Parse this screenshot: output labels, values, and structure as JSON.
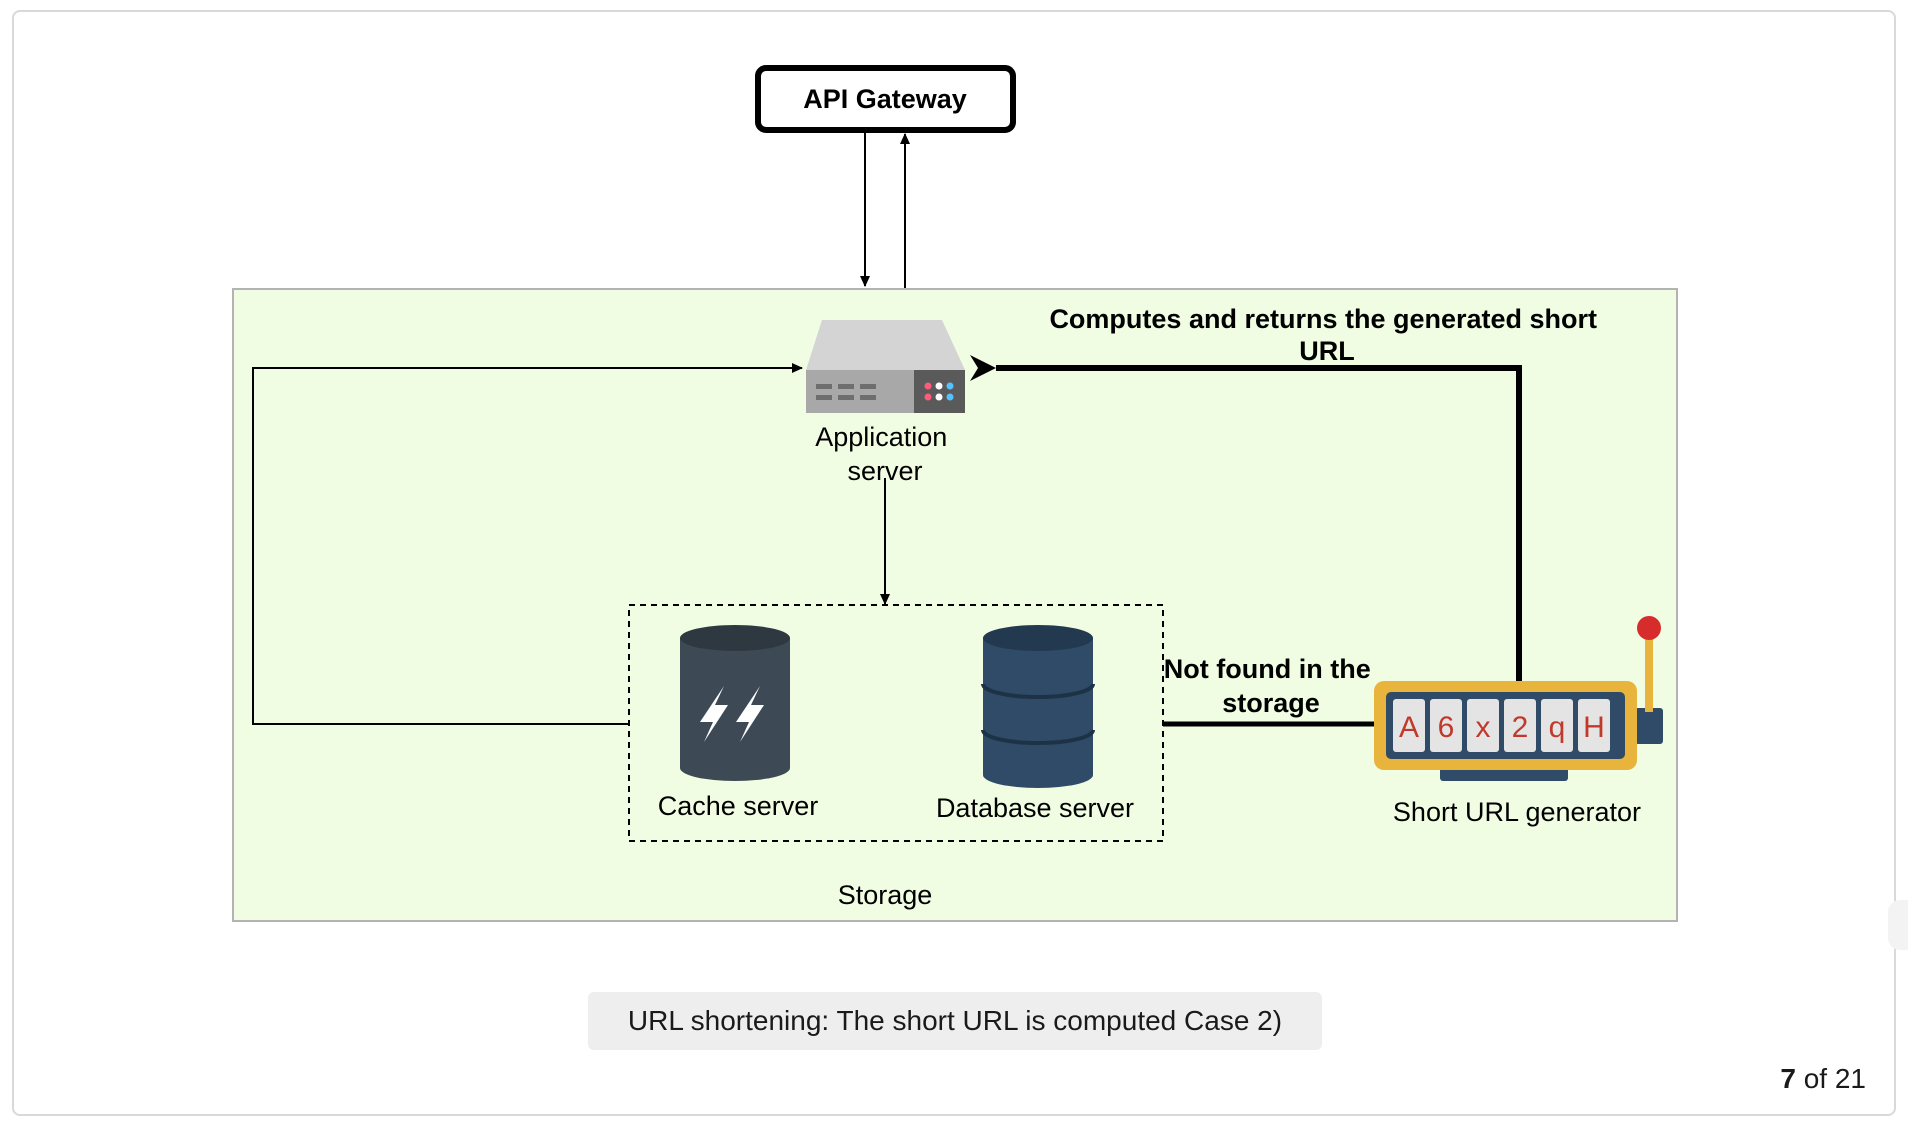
{
  "diagram": {
    "nodes": {
      "api_gateway": "API Gateway",
      "application_server": [
        "Application",
        "server"
      ],
      "cache_server": "Cache server",
      "database_server": "Database server",
      "short_url_generator": "Short URL generator",
      "storage": "Storage"
    },
    "edges": {
      "computes_label": [
        "Computes and returns the generated short",
        "URL"
      ],
      "not_found_label": [
        "Not found in the",
        "storage"
      ]
    },
    "generator_reels": [
      "A",
      "6",
      "x",
      "2",
      "q",
      "H"
    ],
    "colors": {
      "container_fill": "#f0fde3",
      "container_border": "#b3b3b3",
      "db_blue": "#2f4b68",
      "cache_dark": "#3d4a55",
      "generator_frame": "#e9b43c",
      "reel_text": "#c0392b",
      "lever_ball": "#d62c2c"
    }
  },
  "caption": "URL shortening: The short URL is computed Case 2)",
  "pager": {
    "current": "7",
    "suffix": " of 21"
  }
}
